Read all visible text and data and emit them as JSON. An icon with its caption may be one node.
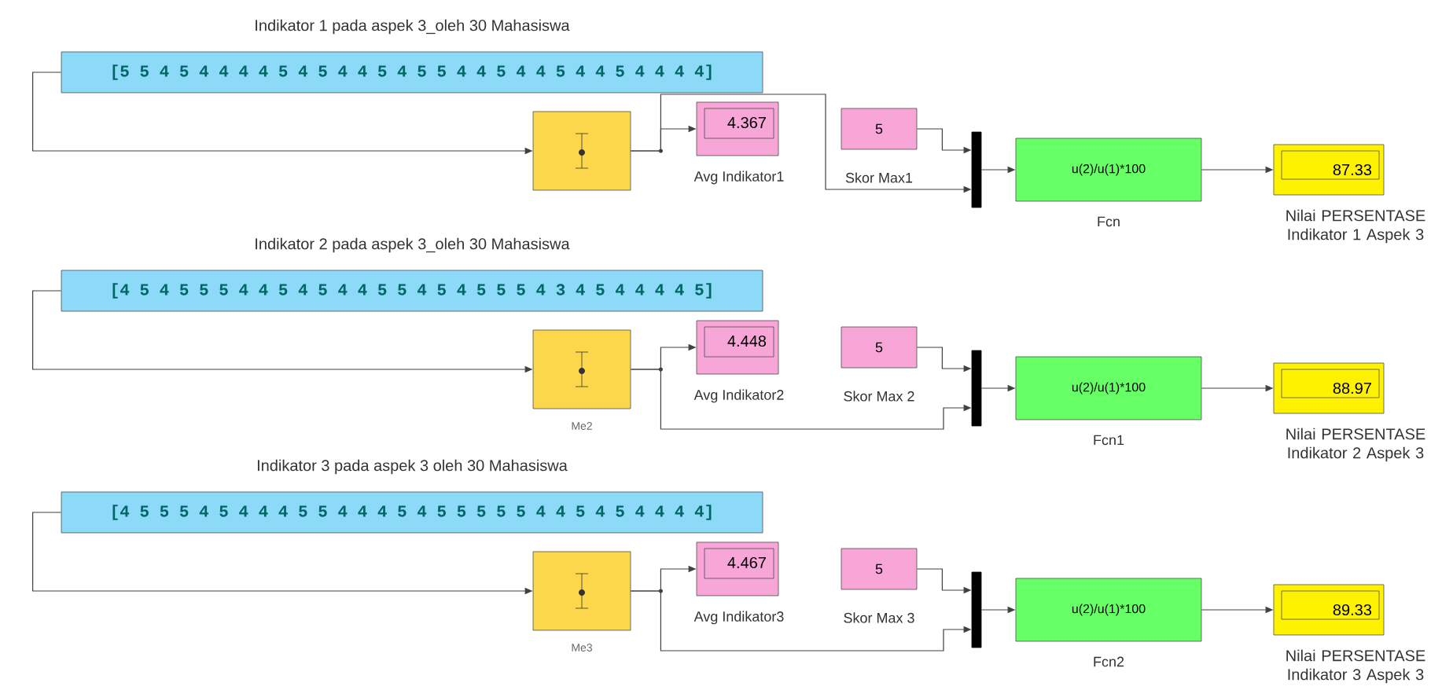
{
  "diagram": {
    "nodes": [
      {
        "text": [
          "Indikator 1 pada aspek 3_oleh 30 Mahasiswa",
          "[5 5 4 5 4 4 4 4 5 4 5 4 4 5 4 5 5 4 4 5 4 4 5 4 4 5 4 4 4 4]"
        ]
      },
      {
        "text": [],
        "shape": "box"
      },
      {
        "text": [
          "4.367",
          "Avg Indikator1"
        ]
      },
      {
        "text": [
          "5",
          "Skor Max1"
        ]
      },
      {
        "text": [],
        "shape": "bar"
      },
      {
        "text": [
          "u(2)/u(1)*100",
          "Fcn"
        ]
      },
      {
        "text": [
          "87.33",
          "Nilai PERSENTASE Indikator 1 Aspek 3"
        ]
      },
      {
        "text": [
          "Indikator 2 pada aspek 3_oleh 30 Mahasiswa",
          "[4 5 4 5 5 5 4 4 5 4 5 4 4 5 5 4 5 4 5 5 5 4 3 4 5 4 4 4 4 5]"
        ]
      },
      {
        "text": [
          "Me2"
        ]
      },
      {
        "text": [
          "4.448",
          "Avg Indikator2"
        ]
      },
      {
        "text": [
          "5",
          "Skor Max 2"
        ]
      },
      {
        "text": [],
        "shape": "bar"
      },
      {
        "text": [
          "u(2)/u(1)*100",
          "Fcn1"
        ]
      },
      {
        "text": [
          "88.97",
          "Nilai PERSENTASE Indikator 2 Aspek 3"
        ]
      },
      {
        "text": [
          "Indikator 3 pada aspek 3 oleh 30 Mahasiswa",
          "[4 5 5 5 4 5 4 4 4 5 5 4 4 4 5 4 5 5 5 5 5 4 4 5 4 5 4 4 4 4]"
        ]
      },
      {
        "text": [
          "Me3"
        ]
      },
      {
        "text": [
          "4.467",
          "Avg Indikator3"
        ]
      },
      {
        "text": [
          "5",
          "Skor Max 3"
        ]
      },
      {
        "text": [],
        "shape": "bar"
      },
      {
        "text": [
          "u(2)/u(1)*100",
          "Fcn2"
        ]
      },
      {
        "text": [
          "89.33",
          "Nilai PERSENTASE Indikator 3 Aspek 3"
        ]
      }
    ],
    "edges": [
      {
        "from": 0,
        "to": 1,
        "arrow": "to"
      },
      {
        "from": 1,
        "to": 2,
        "arrow": "to"
      },
      {
        "from": 1,
        "to": 4,
        "arrow": "to"
      },
      {
        "from": 3,
        "to": 4,
        "arrow": "to"
      },
      {
        "from": 4,
        "to": 5,
        "arrow": "to"
      },
      {
        "from": 5,
        "to": 6,
        "arrow": "to"
      },
      {
        "from": 7,
        "to": 8,
        "arrow": "to"
      },
      {
        "from": 8,
        "to": 9,
        "arrow": "to"
      },
      {
        "from": 8,
        "to": 11,
        "arrow": "to"
      },
      {
        "from": 10,
        "to": 11,
        "arrow": "to"
      },
      {
        "from": 11,
        "to": 12,
        "arrow": "to"
      },
      {
        "from": 12,
        "to": 13,
        "arrow": "to"
      },
      {
        "from": 14,
        "to": 15,
        "arrow": "to"
      },
      {
        "from": 15,
        "to": 16,
        "arrow": "to"
      },
      {
        "from": 15,
        "to": 18,
        "arrow": "to"
      },
      {
        "from": 17,
        "to": 18,
        "arrow": "to"
      },
      {
        "from": 18,
        "to": 19,
        "arrow": "to"
      },
      {
        "from": 19,
        "to": 20,
        "arrow": "to"
      }
    ]
  }
}
